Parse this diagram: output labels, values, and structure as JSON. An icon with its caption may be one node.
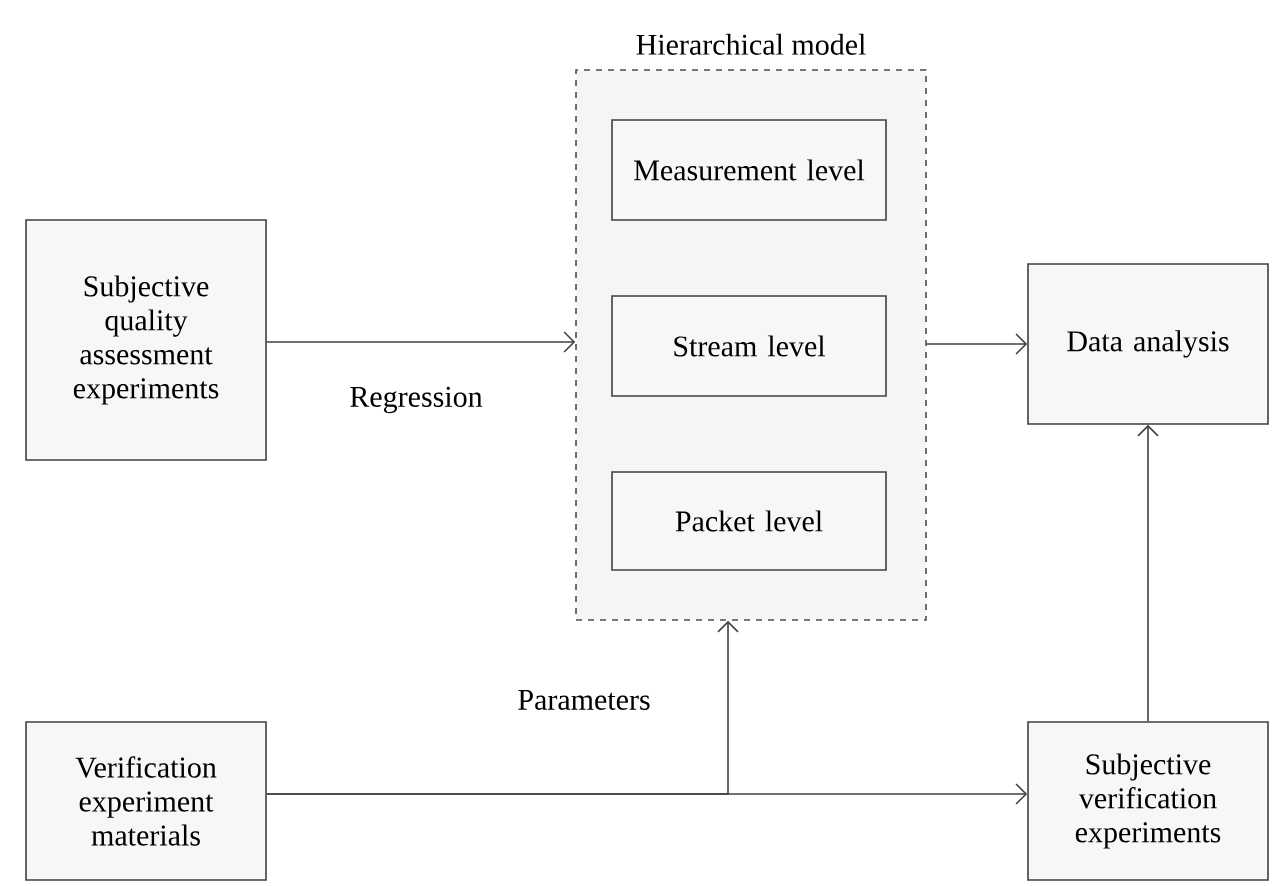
{
  "diagram": {
    "nodes": [
      {
        "text": [
          "Hierarchical model"
        ]
      },
      {
        "text": [
          "Measurement level"
        ],
        "in": 0
      },
      {
        "text": [
          "Stream level"
        ],
        "in": 0
      },
      {
        "text": [
          "Packet level"
        ],
        "in": 0
      },
      {
        "text": [
          "Subjective quality assessment experiments"
        ]
      },
      {
        "text": [
          "Data analysis"
        ]
      },
      {
        "text": [
          "Verification experiment materials"
        ]
      },
      {
        "text": [
          "Subjective verification experiments"
        ]
      }
    ],
    "edges": [
      {
        "from": 4,
        "to": 0,
        "arrow": "to",
        "label": "Regression"
      },
      {
        "from": 0,
        "to": 5,
        "arrow": "to"
      },
      {
        "from": 6,
        "to": 0,
        "arrow": "to",
        "label": "Parameters"
      },
      {
        "from": 6,
        "to": 7,
        "arrow": "to"
      },
      {
        "from": 7,
        "to": 5,
        "arrow": "to"
      }
    ]
  }
}
